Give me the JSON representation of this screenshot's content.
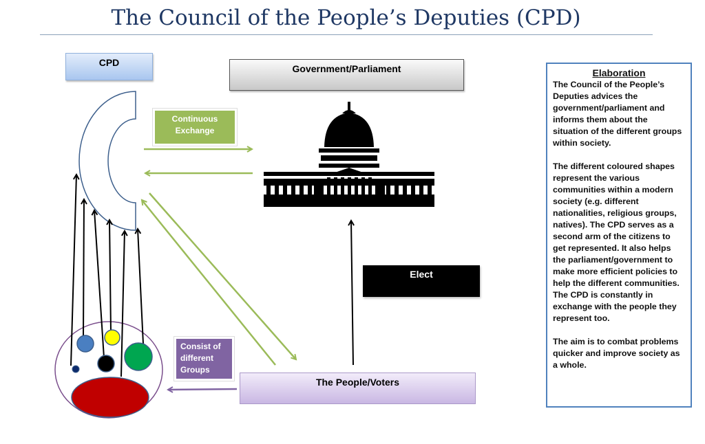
{
  "title": "The Council of the People’s Deputies (CPD)",
  "nodes": {
    "cpd": "CPD",
    "government": "Government/Parliament",
    "continuous_exchange": "Continuous Exchange",
    "elect": "Elect",
    "people": "The People/Voters",
    "consist": "Consist of different Groups"
  },
  "groups": [
    {
      "color": "#0d2b6b"
    },
    {
      "color": "#4a7fc1"
    },
    {
      "color": "#ffff00"
    },
    {
      "color": "#000000"
    },
    {
      "color": "#00a650"
    },
    {
      "color": "#c00000"
    }
  ],
  "elaboration": {
    "heading": "Elaboration",
    "paragraphs": [
      "The Council of the People’s Deputies advices the government/parliament and informs them about the situation of the different groups within society.",
      "The different coloured shapes represent the various communities within a modern society (e.g. different nationalities, religious groups, natives). The CPD serves as a second arm of the citizens to get represented. It also helps the parliament/government to make more efficient policies to help the different communities. The CPD is constantly in exchange with the people they represent too.",
      "The aim is to combat problems quicker and improve society as a whole."
    ]
  },
  "colors": {
    "green_arrow": "#9bbb59",
    "purple": "#8064a2",
    "title": "#1f3864"
  }
}
